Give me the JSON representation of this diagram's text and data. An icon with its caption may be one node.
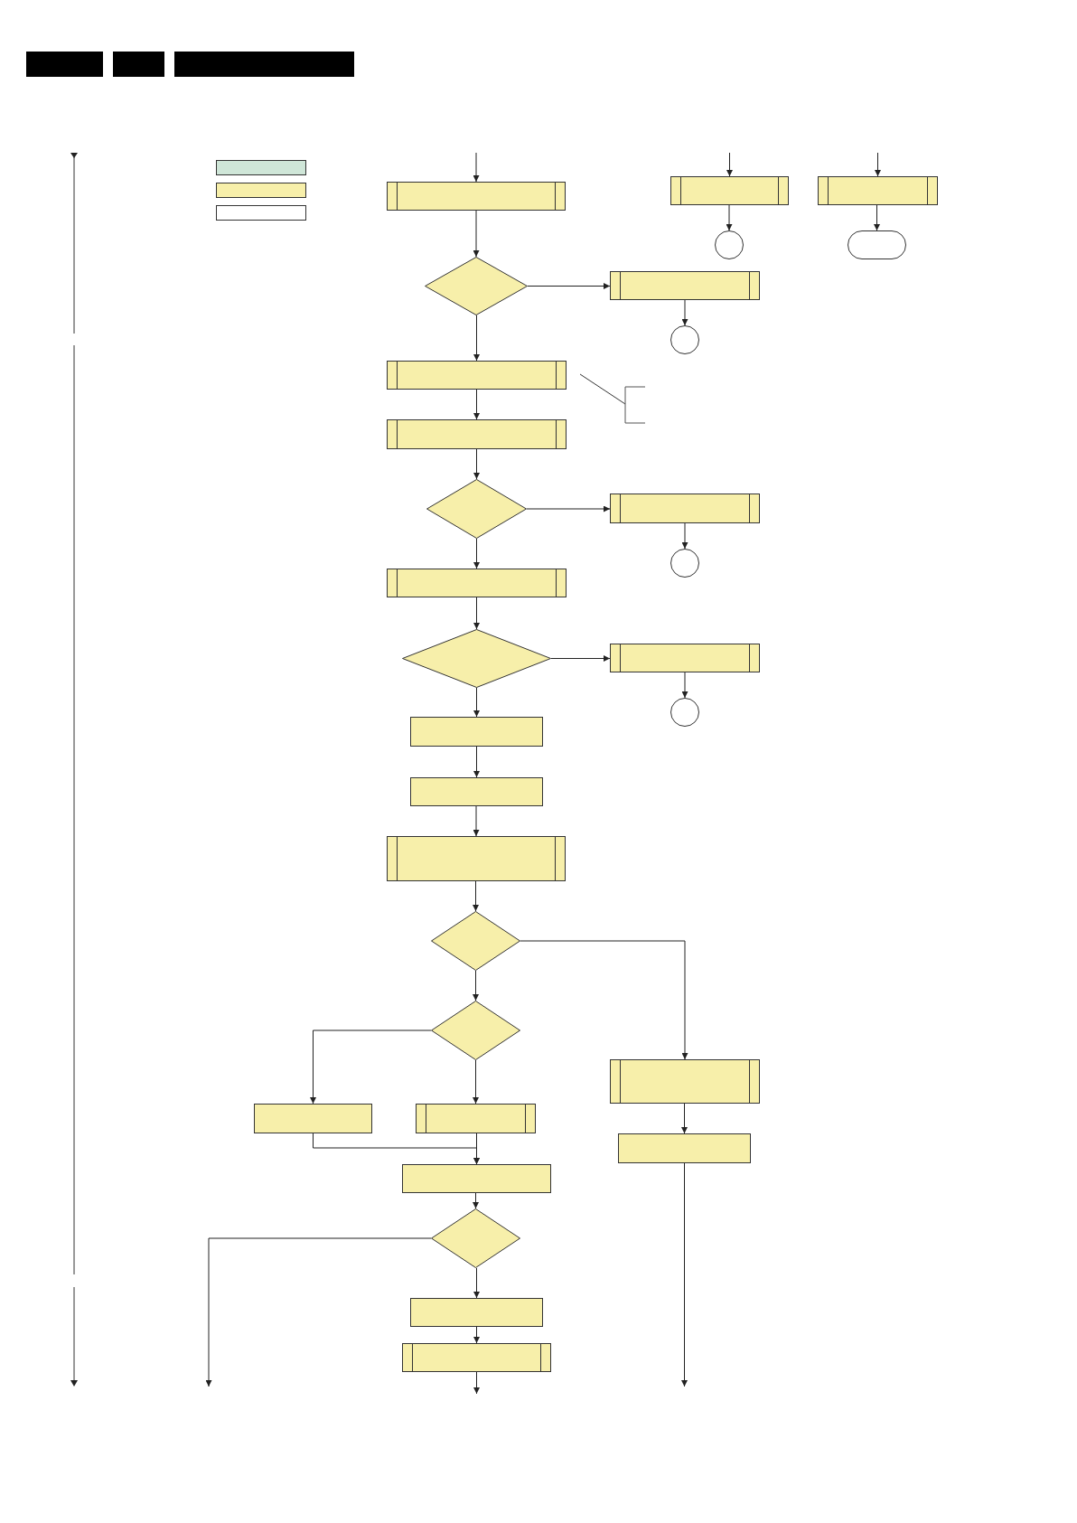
{
  "diagram": {
    "nodes": [
      {
        "text": [],
        "shape": "box"
      },
      {
        "text": [],
        "shape": "box"
      },
      {
        "text": [],
        "shape": "box"
      },
      {
        "text": [],
        "shape": "subroutine"
      },
      {
        "text": [],
        "shape": "subroutine"
      },
      {
        "text": [],
        "shape": "subroutine"
      },
      {
        "text": [],
        "shape": "circle"
      },
      {
        "text": [],
        "shape": "oval"
      },
      {
        "text": [],
        "shape": "diamond"
      },
      {
        "text": [],
        "shape": "subroutine"
      },
      {
        "text": [],
        "shape": "circle"
      },
      {
        "text": [],
        "shape": "subroutine"
      },
      {
        "text": [],
        "shape": "subroutine"
      },
      {
        "text": [],
        "shape": "diamond"
      },
      {
        "text": [],
        "shape": "subroutine"
      },
      {
        "text": [],
        "shape": "circle"
      },
      {
        "text": [],
        "shape": "subroutine"
      },
      {
        "text": [],
        "shape": "diamond"
      },
      {
        "text": [],
        "shape": "subroutine"
      },
      {
        "text": [],
        "shape": "circle"
      },
      {
        "text": [],
        "shape": "box"
      },
      {
        "text": [],
        "shape": "box"
      },
      {
        "text": [],
        "shape": "subroutine"
      },
      {
        "text": [],
        "shape": "diamond"
      },
      {
        "text": [],
        "shape": "diamond"
      },
      {
        "text": [],
        "shape": "box"
      },
      {
        "text": [],
        "shape": "subroutine"
      },
      {
        "text": [],
        "shape": "subroutine"
      },
      {
        "text": [],
        "shape": "box"
      },
      {
        "text": [],
        "shape": "box"
      },
      {
        "text": [],
        "shape": "diamond"
      },
      {
        "text": [],
        "shape": "box"
      },
      {
        "text": [],
        "shape": "subroutine"
      }
    ],
    "edges": [
      {
        "from": null,
        "to": 3,
        "arrow": "to"
      },
      {
        "from": 3,
        "to": 8,
        "arrow": "to"
      },
      {
        "from": 8,
        "to": 9,
        "arrow": "to"
      },
      {
        "from": 9,
        "to": 10,
        "arrow": "to"
      },
      {
        "from": 8,
        "to": 11,
        "arrow": "to"
      },
      {
        "from": 11,
        "to": 12,
        "arrow": "to"
      },
      {
        "from": 12,
        "to": 13,
        "arrow": "to"
      },
      {
        "from": 13,
        "to": 14,
        "arrow": "to"
      },
      {
        "from": 14,
        "to": 15,
        "arrow": "to"
      },
      {
        "from": 13,
        "to": 16,
        "arrow": "to"
      },
      {
        "from": 16,
        "to": 17,
        "arrow": "to"
      },
      {
        "from": 17,
        "to": 18,
        "arrow": "to"
      },
      {
        "from": 18,
        "to": 19,
        "arrow": "to"
      },
      {
        "from": 17,
        "to": 20,
        "arrow": "to"
      },
      {
        "from": 20,
        "to": 21,
        "arrow": "to"
      },
      {
        "from": 21,
        "to": 22,
        "arrow": "to"
      },
      {
        "from": 22,
        "to": 23,
        "arrow": "to"
      },
      {
        "from": 23,
        "to": 27,
        "arrow": "to"
      },
      {
        "from": 23,
        "to": 24,
        "arrow": "to"
      },
      {
        "from": 24,
        "to": 25,
        "arrow": "to"
      },
      {
        "from": 24,
        "to": 26,
        "arrow": "to"
      },
      {
        "from": 25,
        "to": 29,
        "arrow": "to"
      },
      {
        "from": 26,
        "to": 29,
        "arrow": "to"
      },
      {
        "from": 27,
        "to": 28,
        "arrow": "to"
      },
      {
        "from": 28,
        "to": null,
        "arrow": "to"
      },
      {
        "from": 29,
        "to": 30,
        "arrow": "to"
      },
      {
        "from": 30,
        "to": null,
        "arrow": "to"
      },
      {
        "from": 30,
        "to": 31,
        "arrow": "to"
      },
      {
        "from": 31,
        "to": 32,
        "arrow": "to"
      },
      {
        "from": 32,
        "to": null,
        "arrow": "to"
      },
      {
        "from": null,
        "to": 4,
        "arrow": "to"
      },
      {
        "from": 4,
        "to": 6,
        "arrow": "to"
      },
      {
        "from": null,
        "to": 5,
        "arrow": "to"
      },
      {
        "from": 5,
        "to": 7,
        "arrow": "to"
      }
    ]
  }
}
